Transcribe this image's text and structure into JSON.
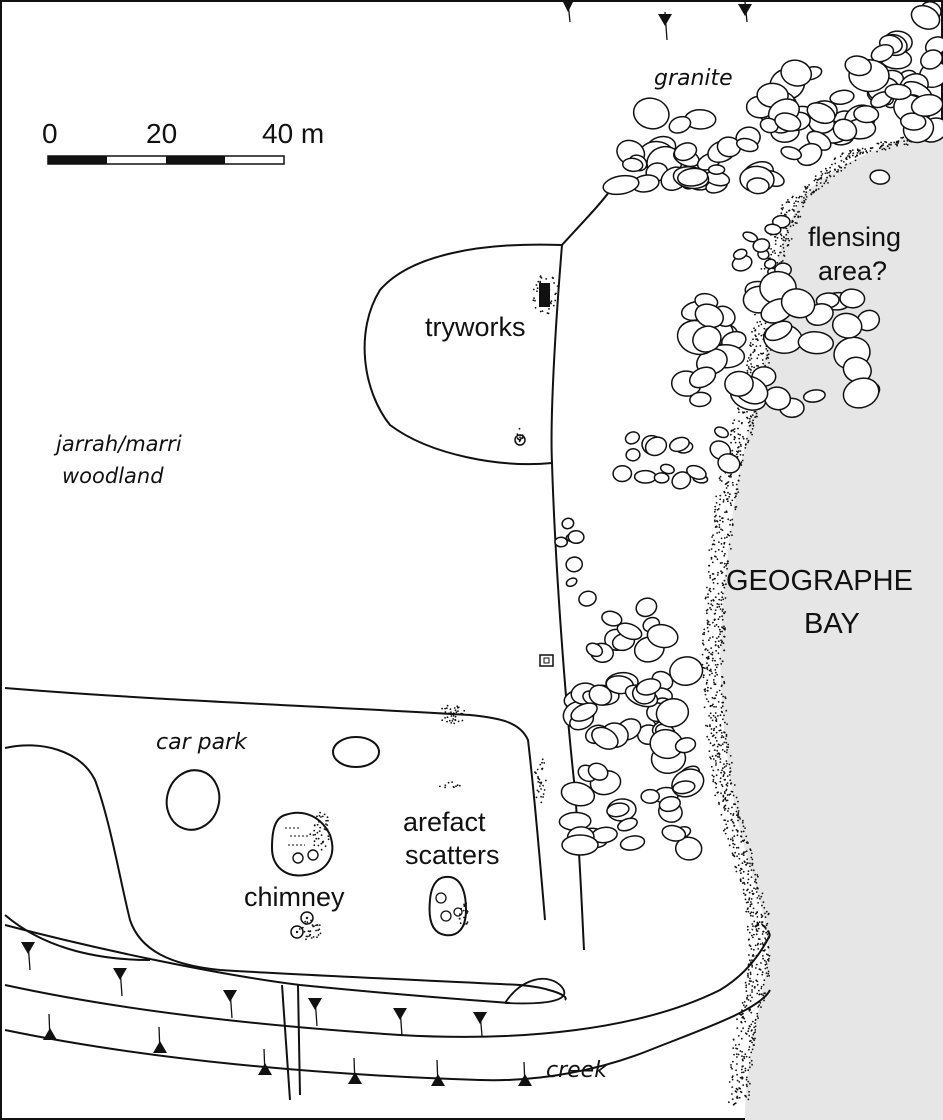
{
  "map": {
    "scale_bar": {
      "tick_labels": [
        "0",
        "20",
        "40 m"
      ]
    },
    "labels": {
      "granite": "granite",
      "flensing_line1": "flensing",
      "flensing_line2": "area?",
      "tryworks": "tryworks",
      "woodland_line1": "jarrah/marri",
      "woodland_line2": "woodland",
      "bay_line1": "GEOGRAPHE",
      "bay_line2": "BAY",
      "car_park": "car park",
      "arefact_line1": "arefact",
      "arefact_line2": "scatters",
      "chimney": "chimney",
      "creek": "creek"
    },
    "colors": {
      "ink": "#111111",
      "sea": "#e6e6e6",
      "paper": "#ffffff"
    }
  }
}
